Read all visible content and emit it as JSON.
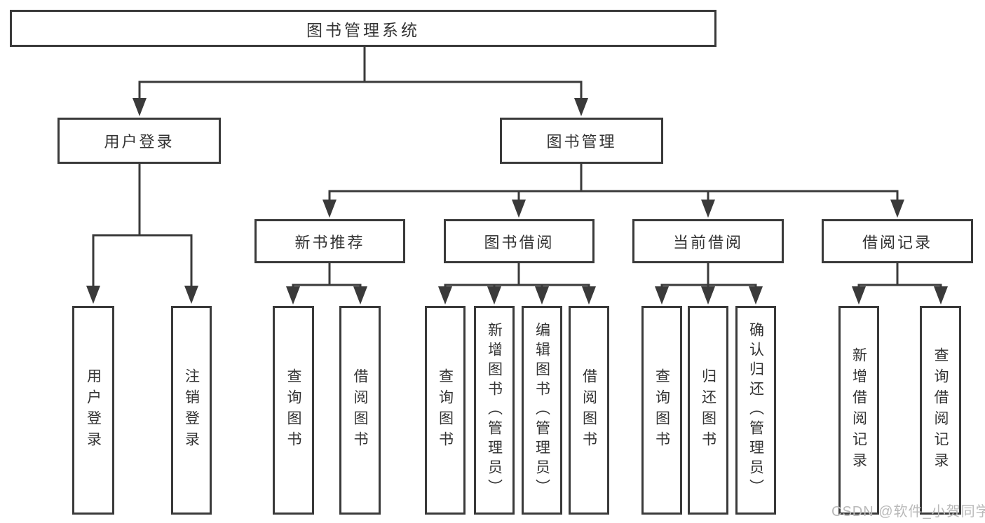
{
  "tree": {
    "label": "图书管理系统",
    "children": [
      {
        "label": "用户登录",
        "children": [
          {
            "label": "用户登录"
          },
          {
            "label": "注销登录"
          }
        ]
      },
      {
        "label": "图书管理",
        "children": [
          {
            "label": "新书推荐",
            "children": [
              {
                "label": "查询图书"
              },
              {
                "label": "借阅图书"
              }
            ]
          },
          {
            "label": "图书借阅",
            "children": [
              {
                "label": "查询图书"
              },
              {
                "label": "新增图书（管理员）"
              },
              {
                "label": "编辑图书（管理员）"
              },
              {
                "label": "借阅图书"
              }
            ]
          },
          {
            "label": "当前借阅",
            "children": [
              {
                "label": "查询图书"
              },
              {
                "label": "归还图书"
              },
              {
                "label": "确认归还（管理员）"
              }
            ]
          },
          {
            "label": "借阅记录",
            "children": [
              {
                "label": "新增借阅记录"
              },
              {
                "label": "查询借阅记录"
              }
            ]
          }
        ]
      }
    ]
  },
  "watermark": {
    "text": "CSDN @软件_小贺同学"
  },
  "colors": {
    "line": "#3a3a3a",
    "text": "#333333",
    "background": "#ffffff",
    "watermark": "#b9b9b9"
  }
}
